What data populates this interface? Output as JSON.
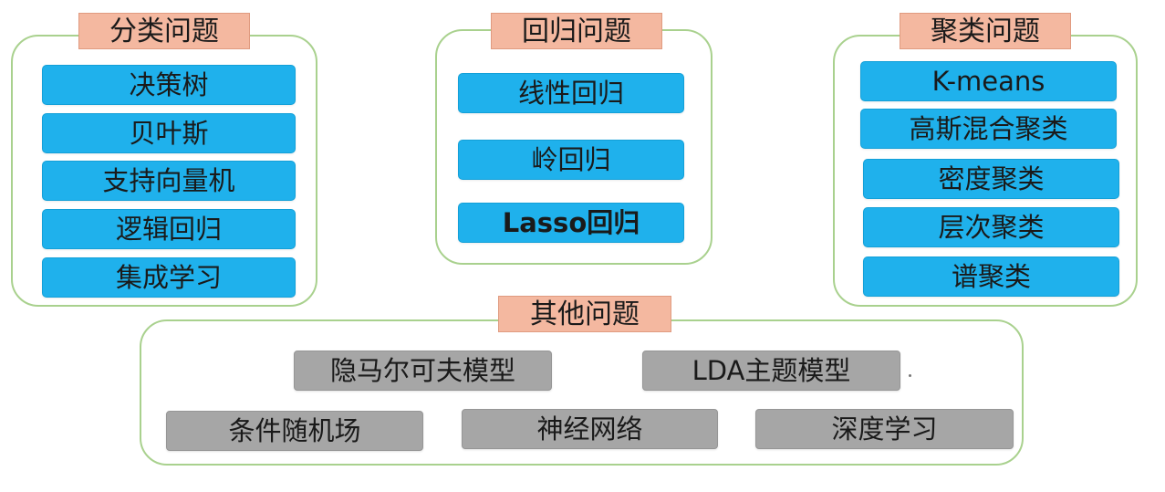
{
  "classification": {
    "title": "分类问题",
    "items": [
      "决策树",
      "贝叶斯",
      "支持向量机",
      "逻辑回归",
      "集成学习"
    ]
  },
  "regression": {
    "title": "回归问题",
    "items": [
      "线性回归",
      "岭回归",
      "Lasso回归"
    ]
  },
  "clustering": {
    "title": "聚类问题",
    "items": [
      "K-means",
      "高斯混合聚类",
      "密度聚类",
      "层次聚类",
      "谱聚类"
    ]
  },
  "other": {
    "title": "其他问题",
    "items": [
      "隐马尔可夫模型",
      "LDA主题模型",
      "条件随机场",
      "神经网络",
      "深度学习"
    ]
  },
  "colors": {
    "panel_border": "#a9d18e",
    "title_bg": "#f4b8a0",
    "item_blue": "#1fb1ec",
    "item_gray": "#a6a6a6"
  }
}
